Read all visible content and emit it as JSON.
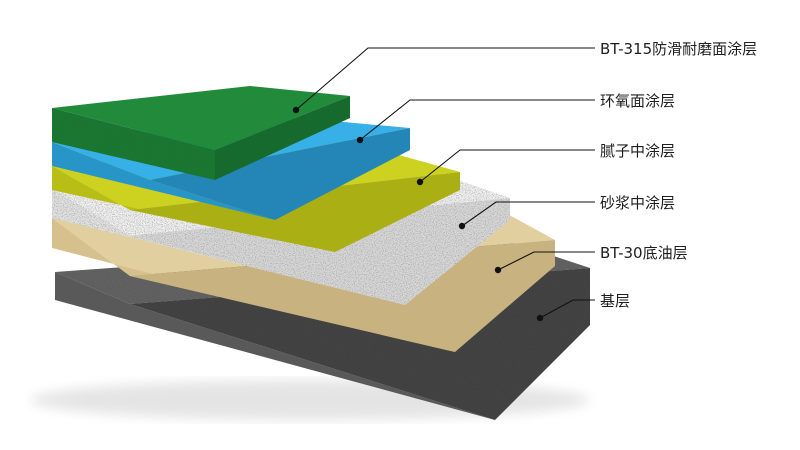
{
  "layers": [
    {
      "label": "BT-315防滑耐磨面涂层",
      "color": "#1f8a3f"
    },
    {
      "label": "环氧面涂层",
      "color": "#2aa3dc"
    },
    {
      "label": "腻子中涂层",
      "color": "#c2c81a"
    },
    {
      "label": "砂浆中涂层",
      "color": "#ececec"
    },
    {
      "label": "BT-30底油层",
      "color": "#d9c597"
    },
    {
      "label": "基层",
      "color": "#5e5e5e"
    }
  ]
}
